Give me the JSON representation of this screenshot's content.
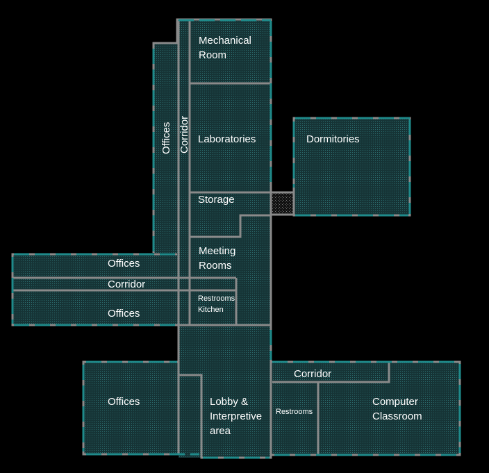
{
  "colors": {
    "background": "#000000",
    "wall": "#8a8a8a",
    "floor": "#163436",
    "window": "#1f8a8a",
    "text": "#ffffff"
  },
  "rooms": {
    "mechanical_line1": "Mechanical",
    "mechanical_line2": "Room",
    "laboratories": "Laboratories",
    "storage": "Storage",
    "meeting_line1": "Meeting",
    "meeting_line2": "Rooms",
    "restrooms_kitchen_line1": "Restrooms",
    "restrooms_kitchen_line2": "Kitchen",
    "dormitories": "Dormitories",
    "offices_vertical": "Offices",
    "corridor_vertical": "Corridor",
    "west_offices_upper": "Offices",
    "west_corridor": "Corridor",
    "west_offices_lower": "Offices",
    "south_offices": "Offices",
    "lobby_line1": "Lobby &",
    "lobby_line2": "Interpretive",
    "lobby_line3": "area",
    "south_corridor": "Corridor",
    "south_restrooms": "Restrooms",
    "computer_line1": "Computer",
    "computer_line2": "Classroom"
  }
}
